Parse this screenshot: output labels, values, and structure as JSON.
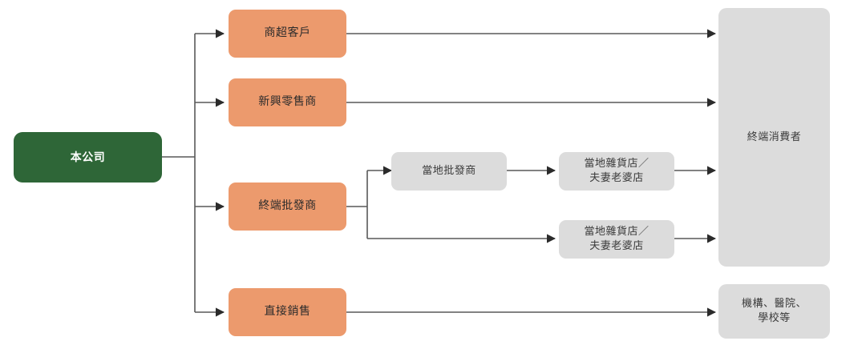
{
  "diagram": {
    "title": "distribution-channel-flowchart",
    "colors": {
      "origin_fill": "#2E6637",
      "origin_text": "#FFFFFF",
      "channel_fill": "#EC9A6D",
      "gray_fill": "#DCDCDC",
      "text": "#3A3A3A",
      "edge": "#595959",
      "background": "#FFFFFF"
    },
    "nodes": {
      "company": {
        "label": "本公司"
      },
      "channels": [
        {
          "label": "商超客戶"
        },
        {
          "label": "新興零售商"
        },
        {
          "label": "終端批發商"
        },
        {
          "label": "直接銷售"
        }
      ],
      "local_wholesaler": {
        "label": "當地批發商"
      },
      "retail_shops": [
        {
          "label": "當地雜貨店／\n夫妻老婆店"
        },
        {
          "label": "當地雜貨店／\n夫妻老婆店"
        }
      ],
      "end_consumer": {
        "label": "終端消費者"
      },
      "institutions": {
        "label": "機構、醫院、\n學校等"
      }
    }
  }
}
